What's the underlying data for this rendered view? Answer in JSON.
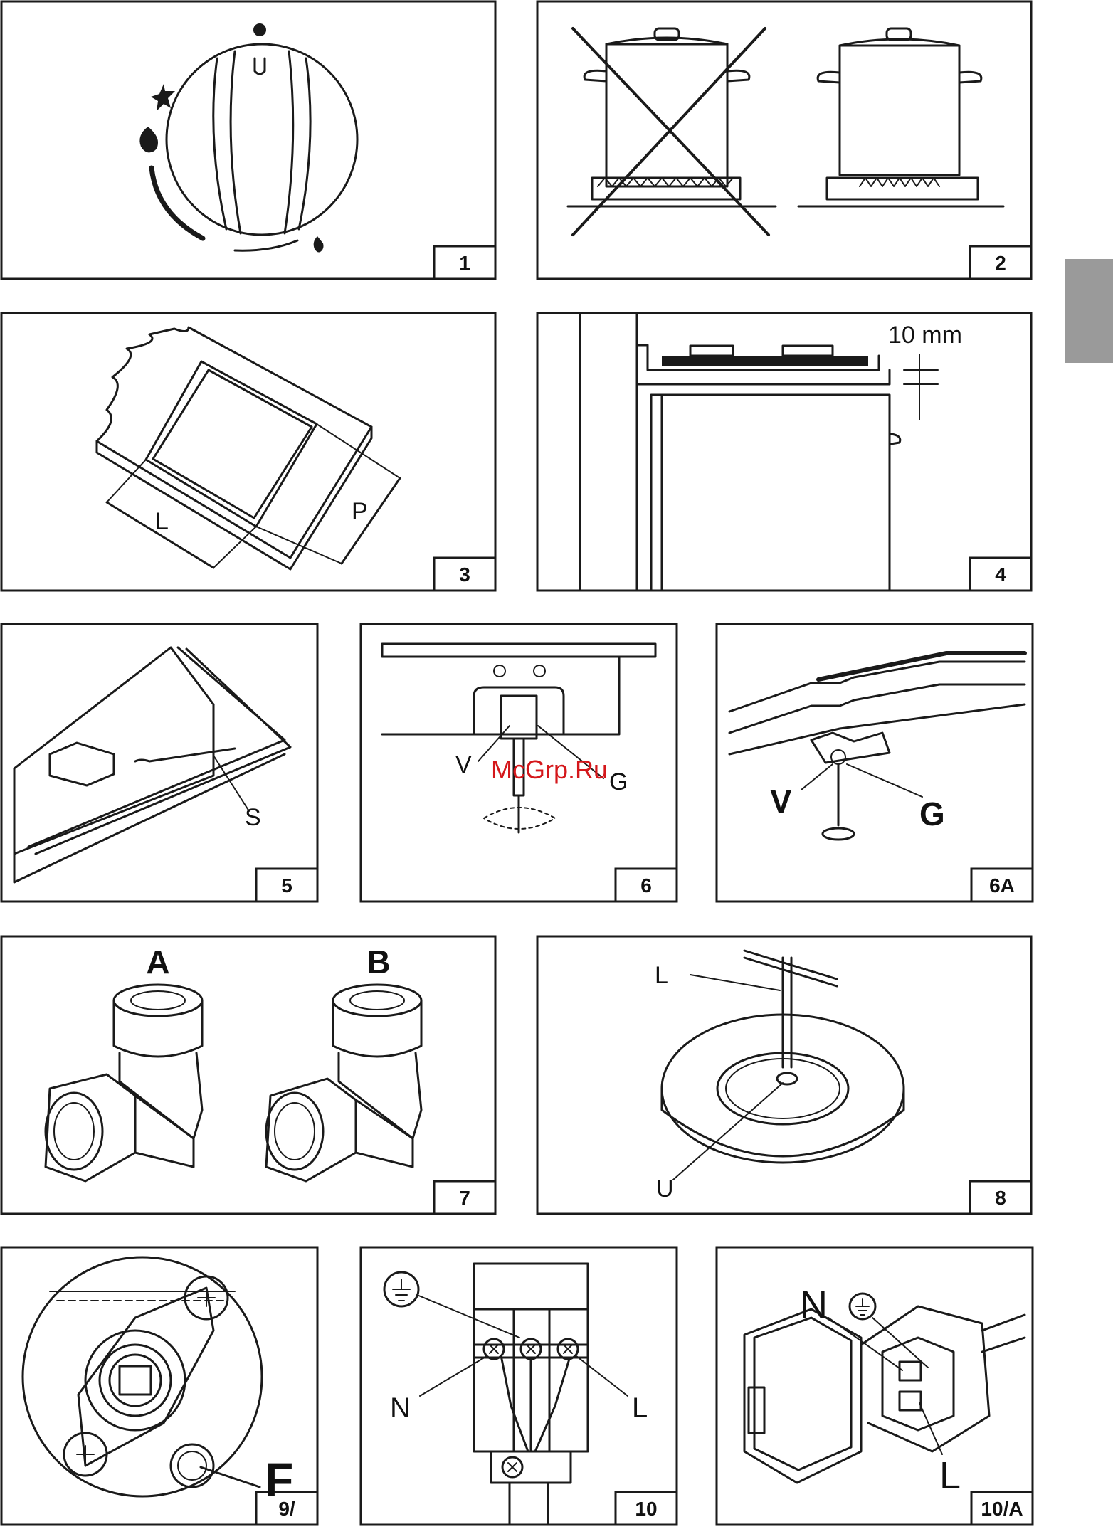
{
  "figures": [
    {
      "id": "1",
      "number": "1"
    },
    {
      "id": "2",
      "number": "2"
    },
    {
      "id": "3",
      "number": "3",
      "labels": [
        "L",
        "P"
      ]
    },
    {
      "id": "4",
      "number": "4",
      "labels": [
        "10 mm"
      ]
    },
    {
      "id": "5",
      "number": "5",
      "labels": [
        "S"
      ]
    },
    {
      "id": "6",
      "number": "6",
      "labels": [
        "V",
        "G"
      ]
    },
    {
      "id": "6A",
      "number": "6A",
      "labels": [
        "V",
        "G"
      ]
    },
    {
      "id": "7",
      "number": "7",
      "labels": [
        "A",
        "B"
      ]
    },
    {
      "id": "8",
      "number": "8",
      "labels": [
        "L",
        "U"
      ]
    },
    {
      "id": "9",
      "number": "9/",
      "labels": [
        "F"
      ]
    },
    {
      "id": "10",
      "number": "10",
      "labels": [
        "N",
        "L"
      ]
    },
    {
      "id": "10A",
      "number": "10/A",
      "labels": [
        "N",
        "L"
      ]
    }
  ],
  "watermark": "McGrp.Ru",
  "icons": [
    "flame-large-icon",
    "flame-small-icon",
    "star-icon",
    "earth-ground-icon"
  ],
  "colors": {
    "line": "#1a1a1a",
    "tab": "#9a9a9a",
    "watermark": "#d4171b"
  }
}
